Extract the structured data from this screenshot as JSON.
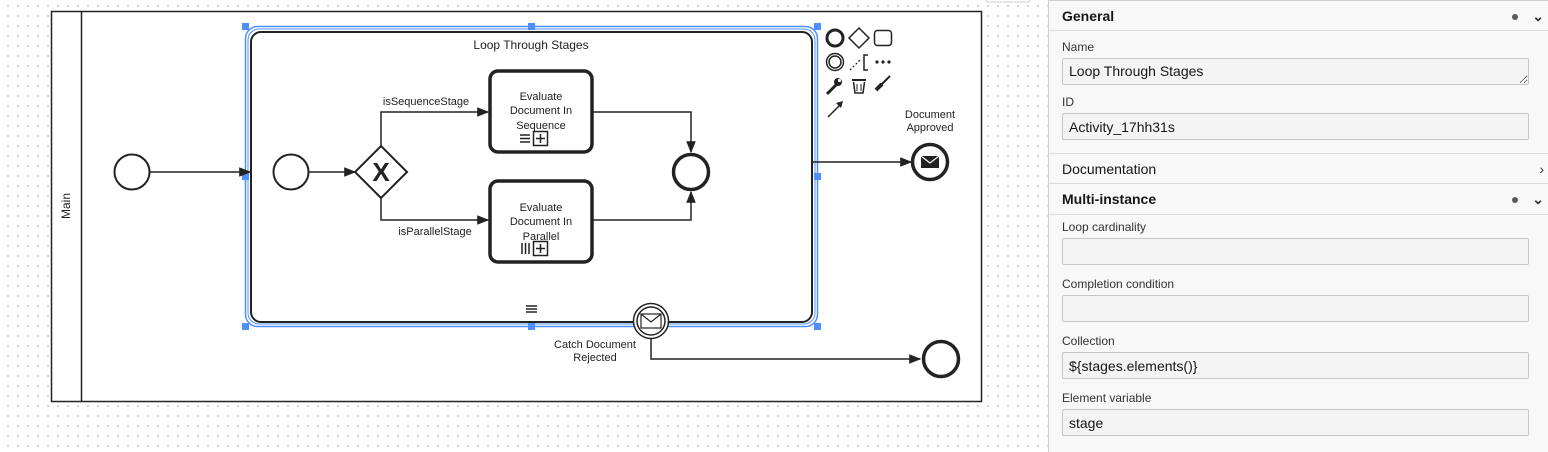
{
  "diagram": {
    "lane_label": "Main",
    "subprocess_label": "Loop Through Stages",
    "task_sequence_label": [
      "Evaluate",
      "Document In",
      "Sequence"
    ],
    "task_parallel_label": [
      "Evaluate",
      "Document In",
      "Parallel"
    ],
    "flow_sequence_label": "isSequenceStage",
    "flow_parallel_label": "isParallelStage",
    "end_approved_label": [
      "Document",
      "Approved"
    ],
    "boundary_label": [
      "Catch Document",
      "Rejected"
    ],
    "gateway_marker": "X"
  },
  "panel": {
    "groups": [
      {
        "title": "General",
        "has_data": true,
        "expanded": true
      },
      {
        "title": "Documentation",
        "has_data": false,
        "expanded": false
      },
      {
        "title": "Multi-instance",
        "has_data": true,
        "expanded": true
      }
    ],
    "general": {
      "name_label": "Name",
      "name_value": "Loop Through Stages",
      "id_label": "ID",
      "id_value": "Activity_17hh31s"
    },
    "multi_instance": {
      "loop_cardinality_label": "Loop cardinality",
      "loop_cardinality_value": "",
      "completion_condition_label": "Completion condition",
      "completion_condition_value": "",
      "collection_label": "Collection",
      "collection_value": "${stages.elements()}",
      "element_variable_label": "Element variable",
      "element_variable_value": "stage"
    }
  }
}
